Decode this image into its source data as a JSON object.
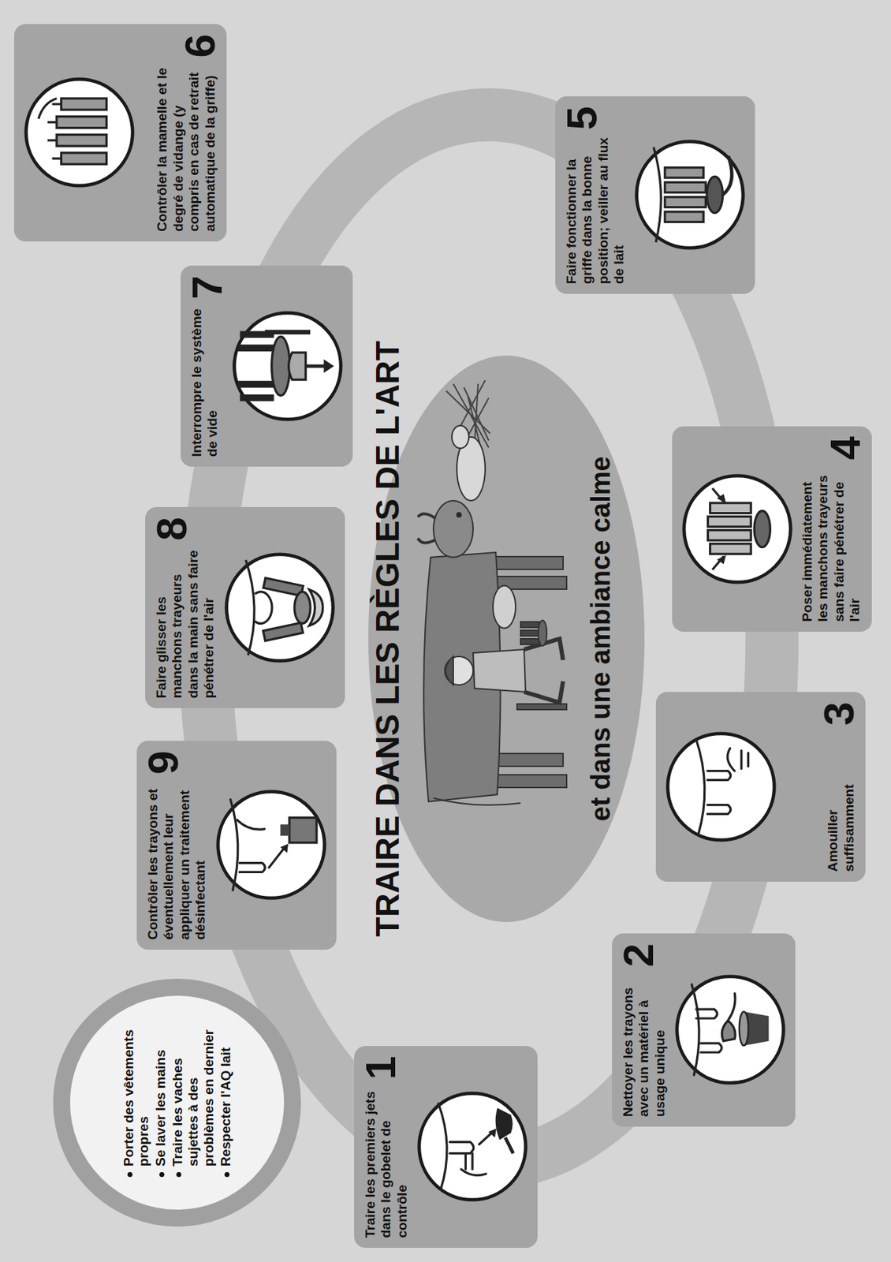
{
  "diagram": {
    "title": "TRAIRE DANS LES RÈGLES DE L'ART",
    "nodes": [
      {
        "text": [
          "Porter des vêtements propres",
          "Se laver les mains",
          "Traire les vaches sujettes à des problèmes en dernier",
          "Respecter l'AQ lait"
        ]
      },
      {
        "text": [
          "1",
          "Traire les premiers jets dans le gobelet de contrôle"
        ]
      },
      {
        "text": [
          "2",
          "Nettoyer les trayons avec un matériel à usage unique"
        ]
      },
      {
        "text": [
          "3",
          "Amouiller suffisamment"
        ]
      },
      {
        "text": [
          "4",
          "Poser immédiatement les manchons trayeurs sans faire pénétrer de l'air"
        ]
      },
      {
        "text": [
          "5",
          "Faire fonctionner la griffe dans la bonne position; veiller au flux de lait"
        ]
      },
      {
        "text": [
          "6",
          "Contrôler la mamelle et le degré de vidange (y compris en cas de retrait automatique de la griffe)"
        ]
      },
      {
        "text": [
          "7",
          "Interrompre le système de vide"
        ]
      },
      {
        "text": [
          "8",
          "Faire glisser les manchons trayeurs dans la main sans faire pénétrer de l'air"
        ]
      },
      {
        "text": [
          "9",
          "Contrôler les trayons et éventuellement leur appliquer un traitement désinfectant"
        ]
      }
    ],
    "labels": [
      "et dans une ambiance calme"
    ]
  }
}
